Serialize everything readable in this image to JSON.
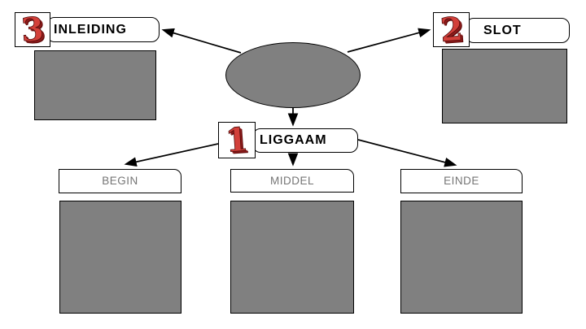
{
  "nodes": {
    "inleiding": {
      "number": "3",
      "label": "INLEIDING"
    },
    "slot": {
      "number": "2",
      "label": "SLOT"
    },
    "liggaam": {
      "number": "1",
      "label": "LIGGAAM"
    },
    "begin": {
      "label": "BEGIN"
    },
    "middel": {
      "label": "MIDDEL"
    },
    "einde": {
      "label": "EINDE"
    }
  },
  "connectors": [
    {
      "from": "ellipse",
      "to": "inleiding"
    },
    {
      "from": "ellipse",
      "to": "slot"
    },
    {
      "from": "ellipse",
      "to": "liggaam"
    },
    {
      "from": "liggaam",
      "to": "begin"
    },
    {
      "from": "liggaam",
      "to": "middel"
    },
    {
      "from": "liggaam",
      "to": "einde"
    }
  ],
  "colors": {
    "background": "#ffffff",
    "placeholder_gray": "#808080",
    "shape_border": "#000000",
    "number_red": "#d2403a",
    "number_red_dark": "#8e1b1b",
    "sub_label_gray": "#757575"
  }
}
